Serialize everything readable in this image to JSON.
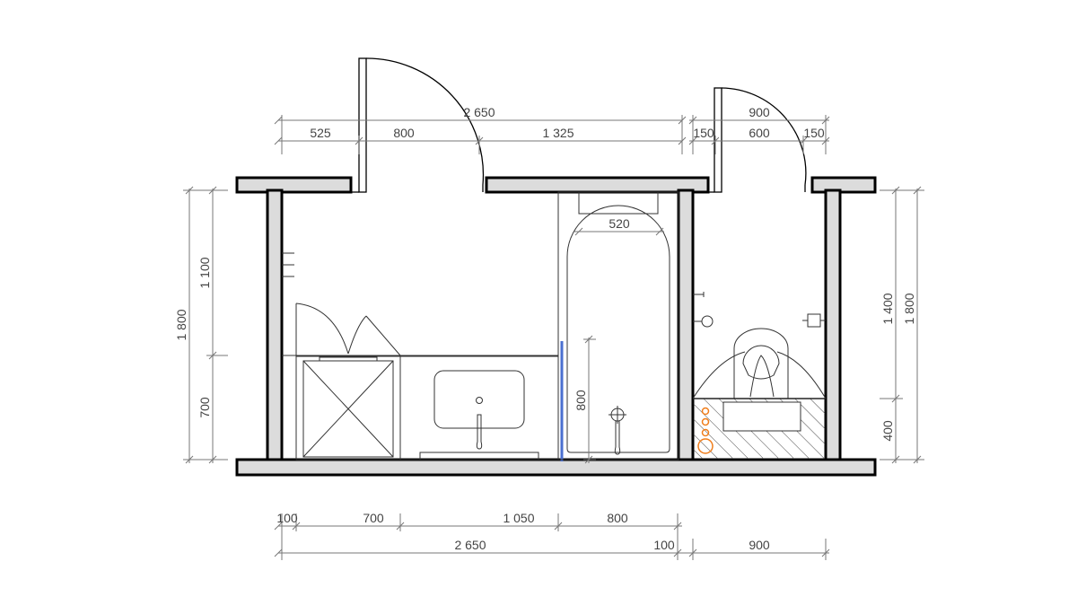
{
  "dimensions": {
    "top_total": "2 650",
    "top_seg1": "525",
    "top_seg2": "800",
    "top_seg3": "1 325",
    "top_wc_total": "900",
    "top_wc_seg1": "150",
    "top_wc_seg2": "600",
    "top_wc_seg3": "150",
    "bath_width": "520",
    "left_total": "1 800",
    "left_upper": "1 100",
    "left_lower": "700",
    "bath_height": "800",
    "right_upper": "1 400",
    "right_lower": "400",
    "right_total": "1 800",
    "bottom_seg1": "100",
    "bottom_seg2": "700",
    "bottom_seg3": "1 050",
    "bottom_seg4": "800",
    "bottom_total": "2 650",
    "bottom_wall": "100",
    "bottom_wc": "900"
  },
  "colors": {
    "wall_fill": "#dcdcdc",
    "line": "#000000",
    "dimension": "#777777",
    "shower_screen": "#4a6fd1",
    "pipes": "#f07d1a"
  }
}
